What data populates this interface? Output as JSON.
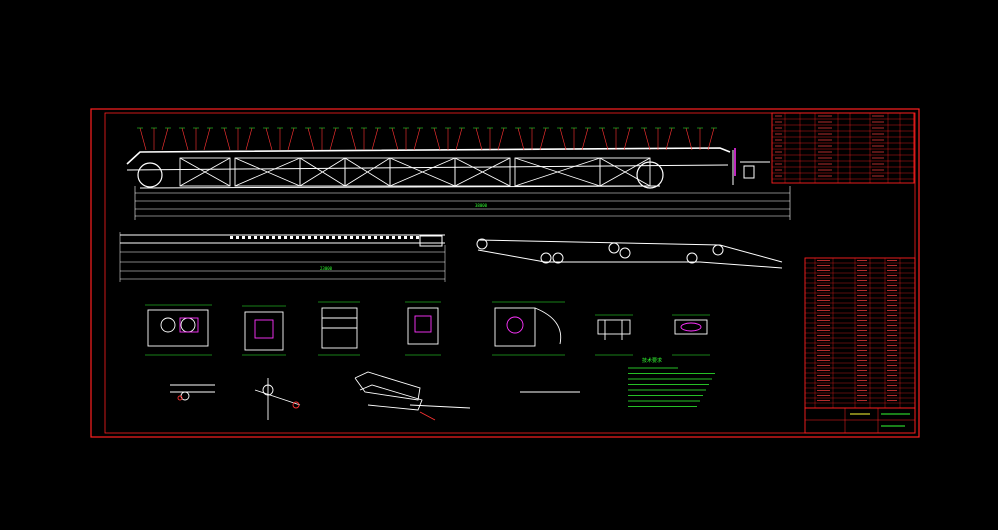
{
  "drawing": {
    "background": "#000000",
    "colors": {
      "frame": "#ff2020",
      "outline": "#ffffff",
      "dimension": "#33ff33",
      "leader": "#ff3333",
      "hatch": "#ff33ff",
      "table_text": "#ff4040",
      "note_text": "#33ff33",
      "highlight": "#ffff33",
      "accent_blue": "#4aa8ff"
    },
    "dimensions": {
      "overall_length": "38000",
      "bottom_length": "23000"
    },
    "notes_title": "技术要求"
  }
}
